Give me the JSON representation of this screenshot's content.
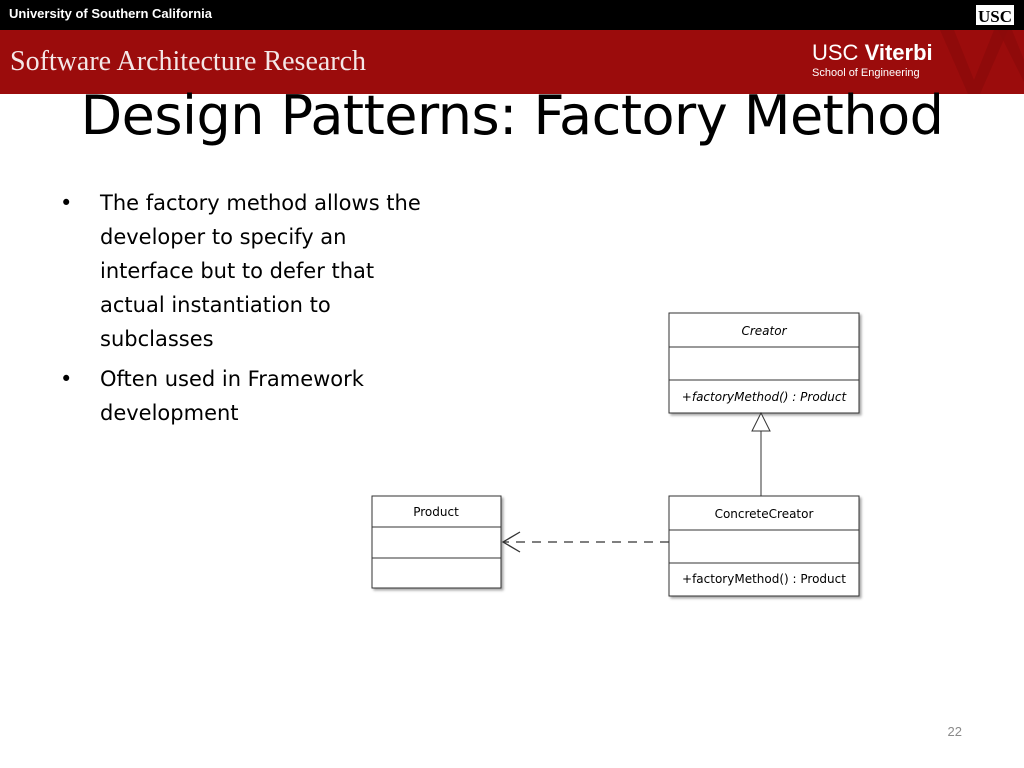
{
  "header": {
    "university": "University of Southern California",
    "usc_logo": "USC",
    "group": "Software Architecture Research",
    "viterbi_usc": "USC",
    "viterbi_name": "Viterbi",
    "viterbi_school": "School of Engineering"
  },
  "slide": {
    "title": "Design Patterns: Factory Method",
    "bullets": [
      "The factory method allows the developer to specify an interface but to defer that actual instantiation to subclasses",
      "Often used in Framework development"
    ],
    "bullet_glyph": "•",
    "page_number": "22"
  },
  "diagram": {
    "creator": {
      "name": "Creator",
      "method": "+factoryMethod() : Product"
    },
    "concrete_creator": {
      "name": "ConcreteCreator",
      "method": "+factoryMethod() : Product"
    },
    "product": {
      "name": "Product"
    }
  },
  "colors": {
    "header_red": "#9b0c0c",
    "header_black": "#000000"
  }
}
